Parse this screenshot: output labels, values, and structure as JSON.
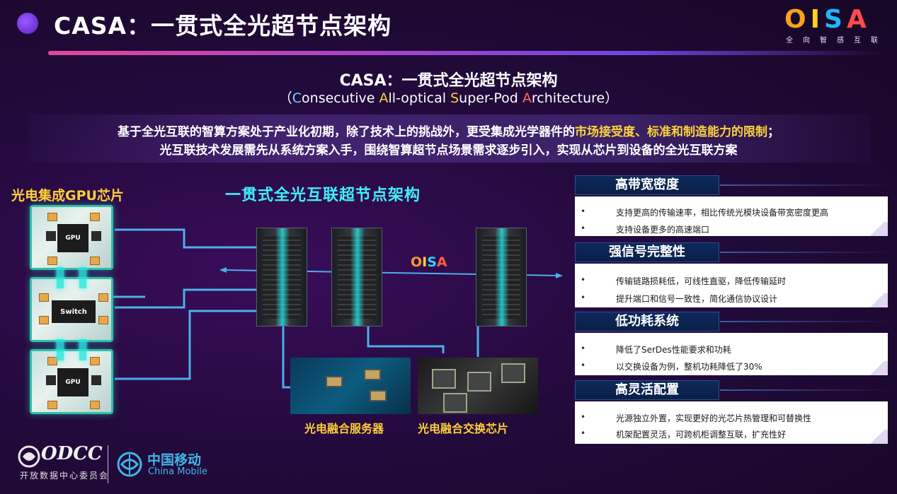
{
  "header": {
    "title": "CASA：一贯式全光超节点架构"
  },
  "logo": {
    "letters": [
      "O",
      "I",
      "S",
      "A"
    ],
    "tagline": [
      "全",
      "向",
      "智",
      "感",
      "互",
      "联"
    ]
  },
  "subtitle": {
    "cn": "CASA：一贯式全光超节点架构",
    "en_parts": [
      "（",
      "C",
      "onsecutive ",
      "A",
      "ll-optical ",
      "S",
      "uper-Pod ",
      "A",
      "rchitecture",
      "）"
    ]
  },
  "description": {
    "line1_pre": "基于全光互联的智算方案处于产业化初期，除了技术上的挑战外，更受集成光学器件的",
    "line1_highlight": "市场接受度、标准和制造能力的限制",
    "line1_post": "；",
    "line2": "光互联技术发展需先从系统方案入手，围绕智算超节点场景需求逐步引入，实现从芯片到设备的全光互联方案"
  },
  "left": {
    "chip_title": "光电集成GPU芯片",
    "gpu_label": "GPU",
    "switch_label": "Switch"
  },
  "architecture": {
    "title": "一贯式全光互联超节点架构",
    "oisa_letters": [
      "O",
      "I",
      "S",
      "A"
    ],
    "photo_server_label": "光电融合服务器",
    "photo_switch_label": "光电融合交换芯片"
  },
  "features": [
    {
      "title": "高带宽密度",
      "items": [
        "支持更高的传输速率，相比传统光模块设备带宽密度更高",
        "支持设备更多的高速端口"
      ]
    },
    {
      "title": "强信号完整性",
      "items": [
        "传输链路损耗低，可线性直驱，降低传输延时",
        "提升端口和信号一致性，简化通信协议设计"
      ]
    },
    {
      "title": "低功耗系统",
      "items": [
        "降低了SerDes性能要求和功耗",
        "以交换设备为例，整机功耗降低了30%"
      ]
    },
    {
      "title": "高灵活配置",
      "items": [
        "光源独立外置，实现更好的光芯片热管理和可替换性",
        "机架配置灵活，可跨机柜调整互联，扩充性好"
      ]
    }
  ],
  "bullet": "•",
  "footer": {
    "odcc": "ODCC",
    "odcc_sub": "开放数据中心委员会",
    "cm_cn": "中国移动",
    "cm_en": "China Mobile"
  },
  "colors": {
    "accent_cyan": "#3ff0ff",
    "highlight_yellow": "#ffd33a",
    "panel_navy": "#0d2a5a"
  }
}
